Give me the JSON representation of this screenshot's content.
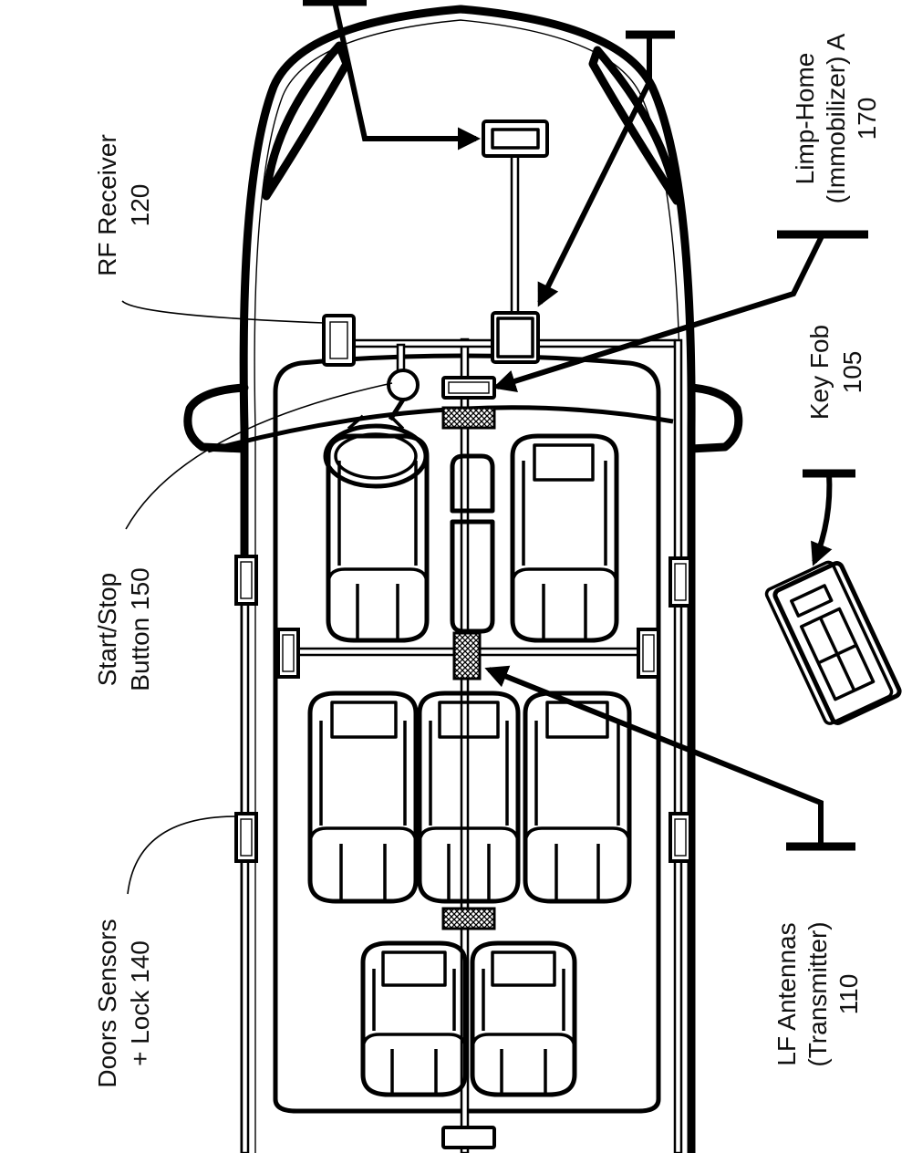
{
  "labels": {
    "limp_home": [
      "Limp-Home",
      "(Immobilizer) A",
      "170"
    ],
    "rf_receiver": [
      "RF Receiver",
      "120"
    ],
    "key_fob": [
      "Key Fob",
      "105"
    ],
    "start_stop": [
      "Start/Stop",
      "Button 150"
    ],
    "door_sensors": [
      "Doors Sensors",
      "+ Lock 140"
    ],
    "lf_antennas": [
      "LF Antennas",
      "(Transmitter)",
      "110"
    ]
  }
}
